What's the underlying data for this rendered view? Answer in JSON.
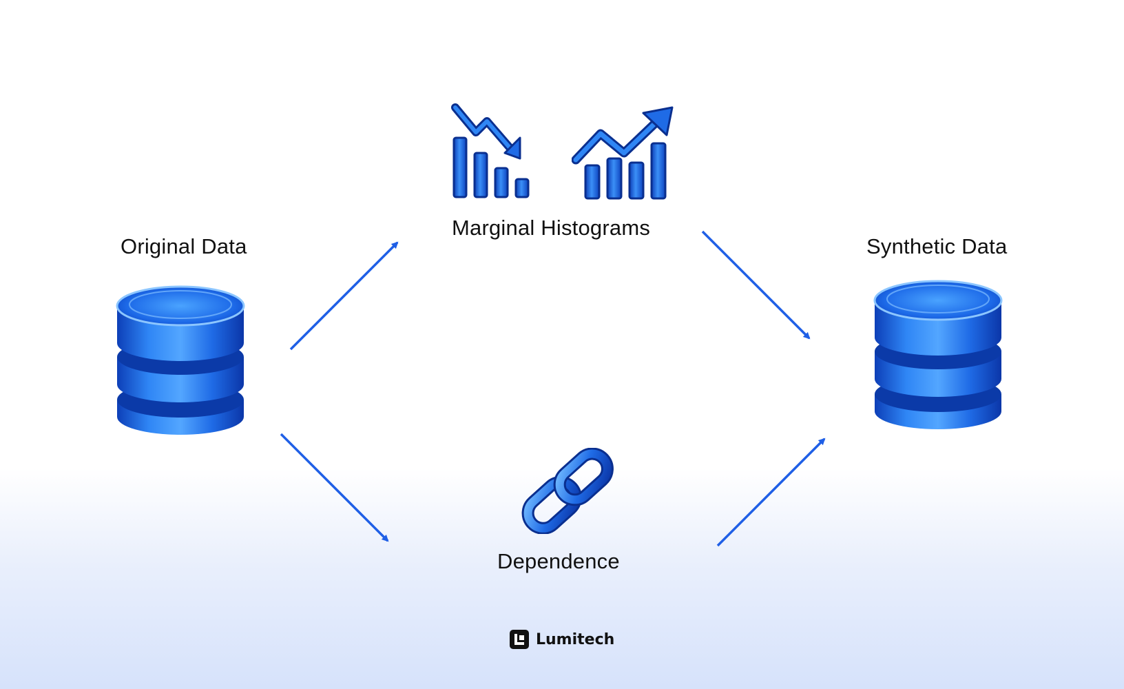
{
  "labels": {
    "original": "Original Data",
    "marginal": "Marginal Histograms",
    "synthetic": "Synthetic Data",
    "dependence": "Dependence"
  },
  "icons": {
    "original": "database-icon",
    "synthetic": "database-icon",
    "marginal_left": "bar-chart-trend-down-icon",
    "marginal_right": "bar-chart-trend-up-icon",
    "dependence": "chain-link-icon",
    "brand": "lumitech-logo-icon"
  },
  "brand": {
    "name": "Lumitech"
  },
  "colors": {
    "accent": "#1f5fe6",
    "icon_blue": "#1f6fe8",
    "text": "#111111",
    "background_bottom": "#d6e2fb"
  }
}
